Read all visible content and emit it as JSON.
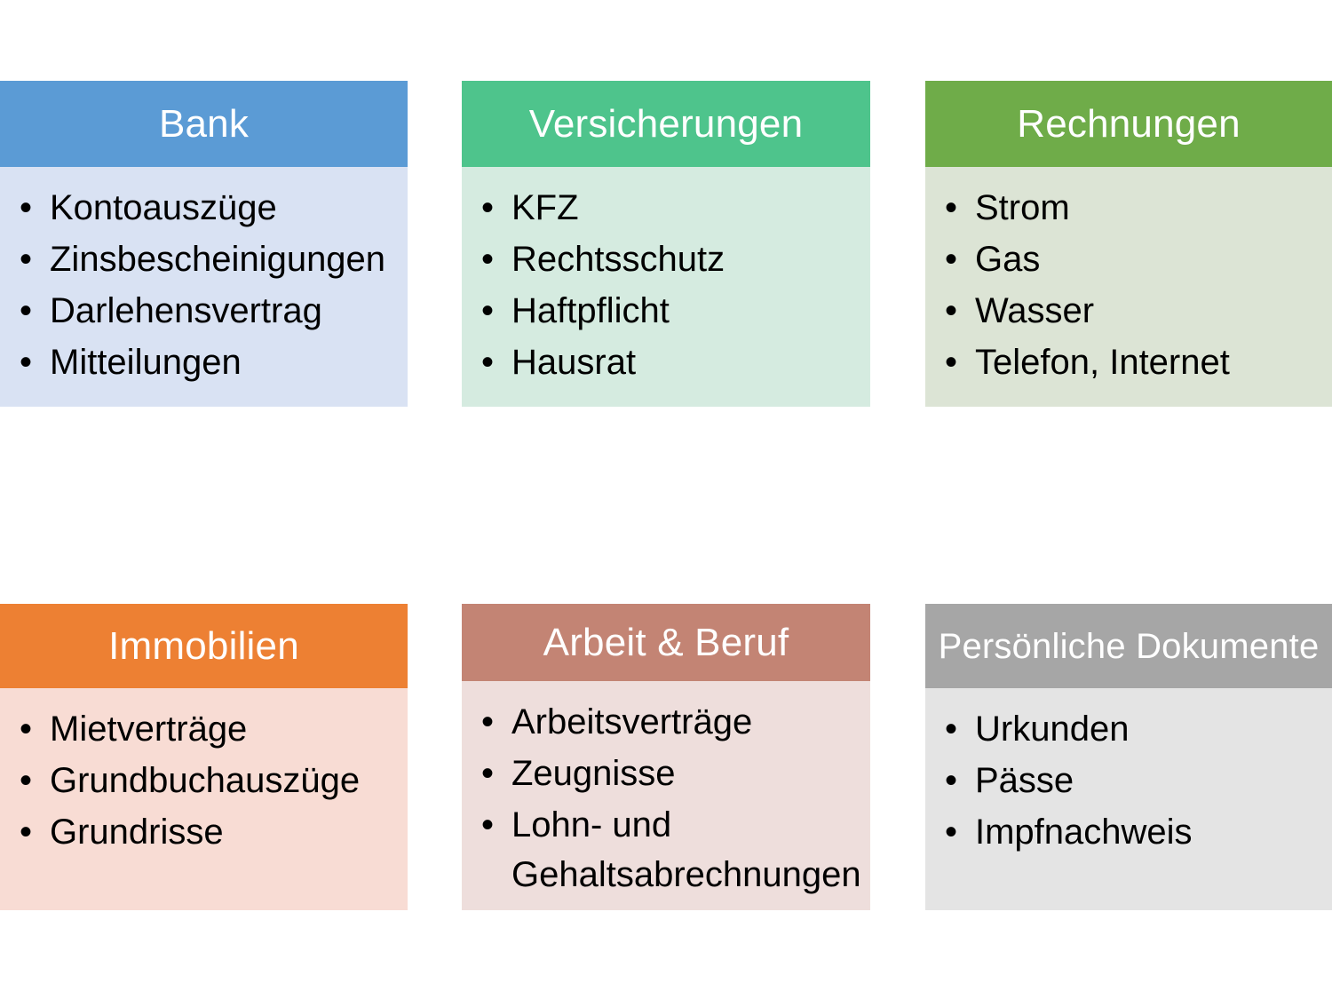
{
  "bullet_glyph": "•",
  "cards": [
    {
      "id": "bank",
      "title": "Bank",
      "header_color": "#5B9BD5",
      "body_color": "#D9E2F3",
      "items": [
        "Kontoauszüge",
        "Zinsbescheinigungen",
        "Darlehensvertrag",
        "Mitteilungen"
      ]
    },
    {
      "id": "versicherungen",
      "title": "Versicherungen",
      "header_color": "#4EC48C",
      "body_color": "#D5EBE0",
      "items": [
        "KFZ",
        "Rechtsschutz",
        "Haftpflicht",
        "Hausrat"
      ]
    },
    {
      "id": "rechnungen",
      "title": "Rechnungen",
      "header_color": "#6FAC49",
      "body_color": "#DCE4D5",
      "items": [
        "Strom",
        "Gas",
        "Wasser",
        "Telefon, Internet"
      ]
    },
    {
      "id": "immobilien",
      "title": "Immobilien",
      "header_color": "#ED8033",
      "body_color": "#F8DCD4",
      "items": [
        "Mietverträge",
        "Grundbuchauszüge",
        "Grundrisse"
      ]
    },
    {
      "id": "arbeit",
      "title": "Arbeit & Beruf",
      "header_color": "#C38474",
      "body_color": "#EEDEDC",
      "items": [
        "Arbeitsverträge",
        "Zeugnisse",
        "Lohn- und Gehaltsabrechnungen"
      ]
    },
    {
      "id": "persoenliche",
      "title": "Persönliche Dokumente",
      "header_color": "#A6A6A6",
      "body_color": "#E4E4E4",
      "items": [
        "Urkunden",
        "Pässe",
        "Impfnachweis"
      ]
    }
  ]
}
